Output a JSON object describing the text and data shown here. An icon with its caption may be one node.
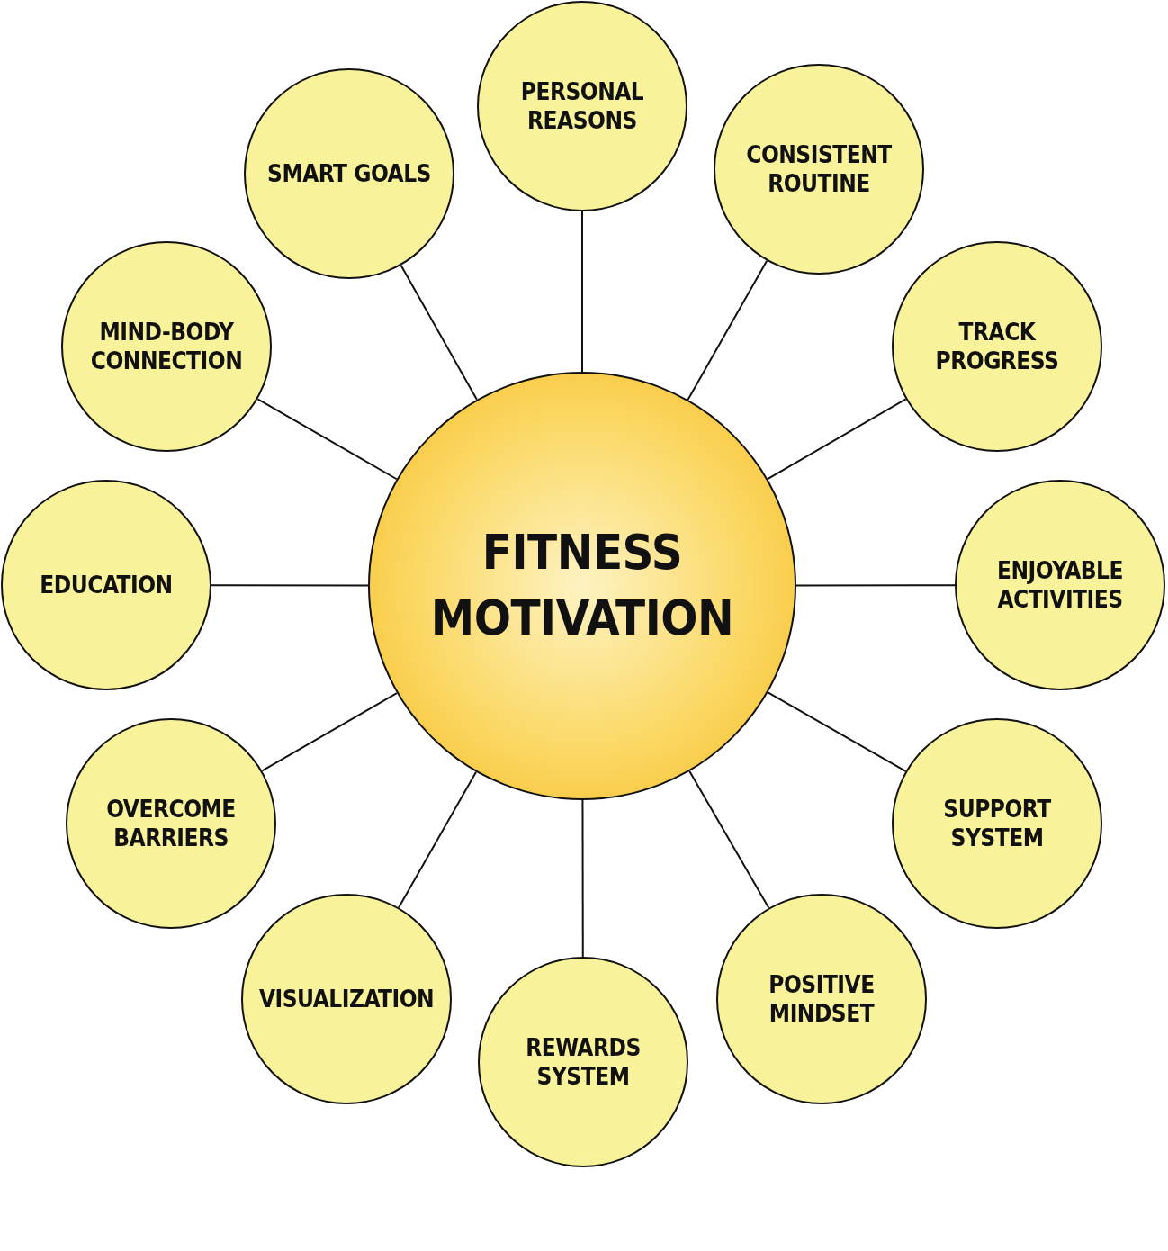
{
  "diagram": {
    "nodes": [
      {
        "text": [
          "FITNESS MOTIVATION"
        ]
      },
      {
        "text": [
          "PERSONAL REASONS"
        ]
      },
      {
        "text": [
          "CONSISTENT ROUTINE"
        ]
      },
      {
        "text": [
          "TRACK PROGRESS"
        ]
      },
      {
        "text": [
          "ENJOYABLE ACTIVITIES"
        ]
      },
      {
        "text": [
          "SUPPORT SYSTEM"
        ]
      },
      {
        "text": [
          "POSITIVE MINDSET"
        ]
      },
      {
        "text": [
          "REWARDS SYSTEM"
        ]
      },
      {
        "text": [
          "VISUALIZATION"
        ]
      },
      {
        "text": [
          "OVERCOME BARRIERS"
        ]
      },
      {
        "text": [
          "EDUCATION"
        ]
      },
      {
        "text": [
          "MIND-BODY CONNECTION"
        ]
      },
      {
        "text": [
          "SMART GOALS"
        ]
      }
    ],
    "edges": [
      {
        "from": 0,
        "to": 1,
        "arrow": "none"
      },
      {
        "from": 0,
        "to": 2,
        "arrow": "none"
      },
      {
        "from": 0,
        "to": 3,
        "arrow": "none"
      },
      {
        "from": 0,
        "to": 4,
        "arrow": "none"
      },
      {
        "from": 0,
        "to": 5,
        "arrow": "none"
      },
      {
        "from": 0,
        "to": 6,
        "arrow": "none"
      },
      {
        "from": 0,
        "to": 7,
        "arrow": "none"
      },
      {
        "from": 0,
        "to": 8,
        "arrow": "none"
      },
      {
        "from": 0,
        "to": 9,
        "arrow": "none"
      },
      {
        "from": 0,
        "to": 10,
        "arrow": "none"
      },
      {
        "from": 0,
        "to": 11,
        "arrow": "none"
      },
      {
        "from": 0,
        "to": 12,
        "arrow": "none"
      }
    ]
  }
}
